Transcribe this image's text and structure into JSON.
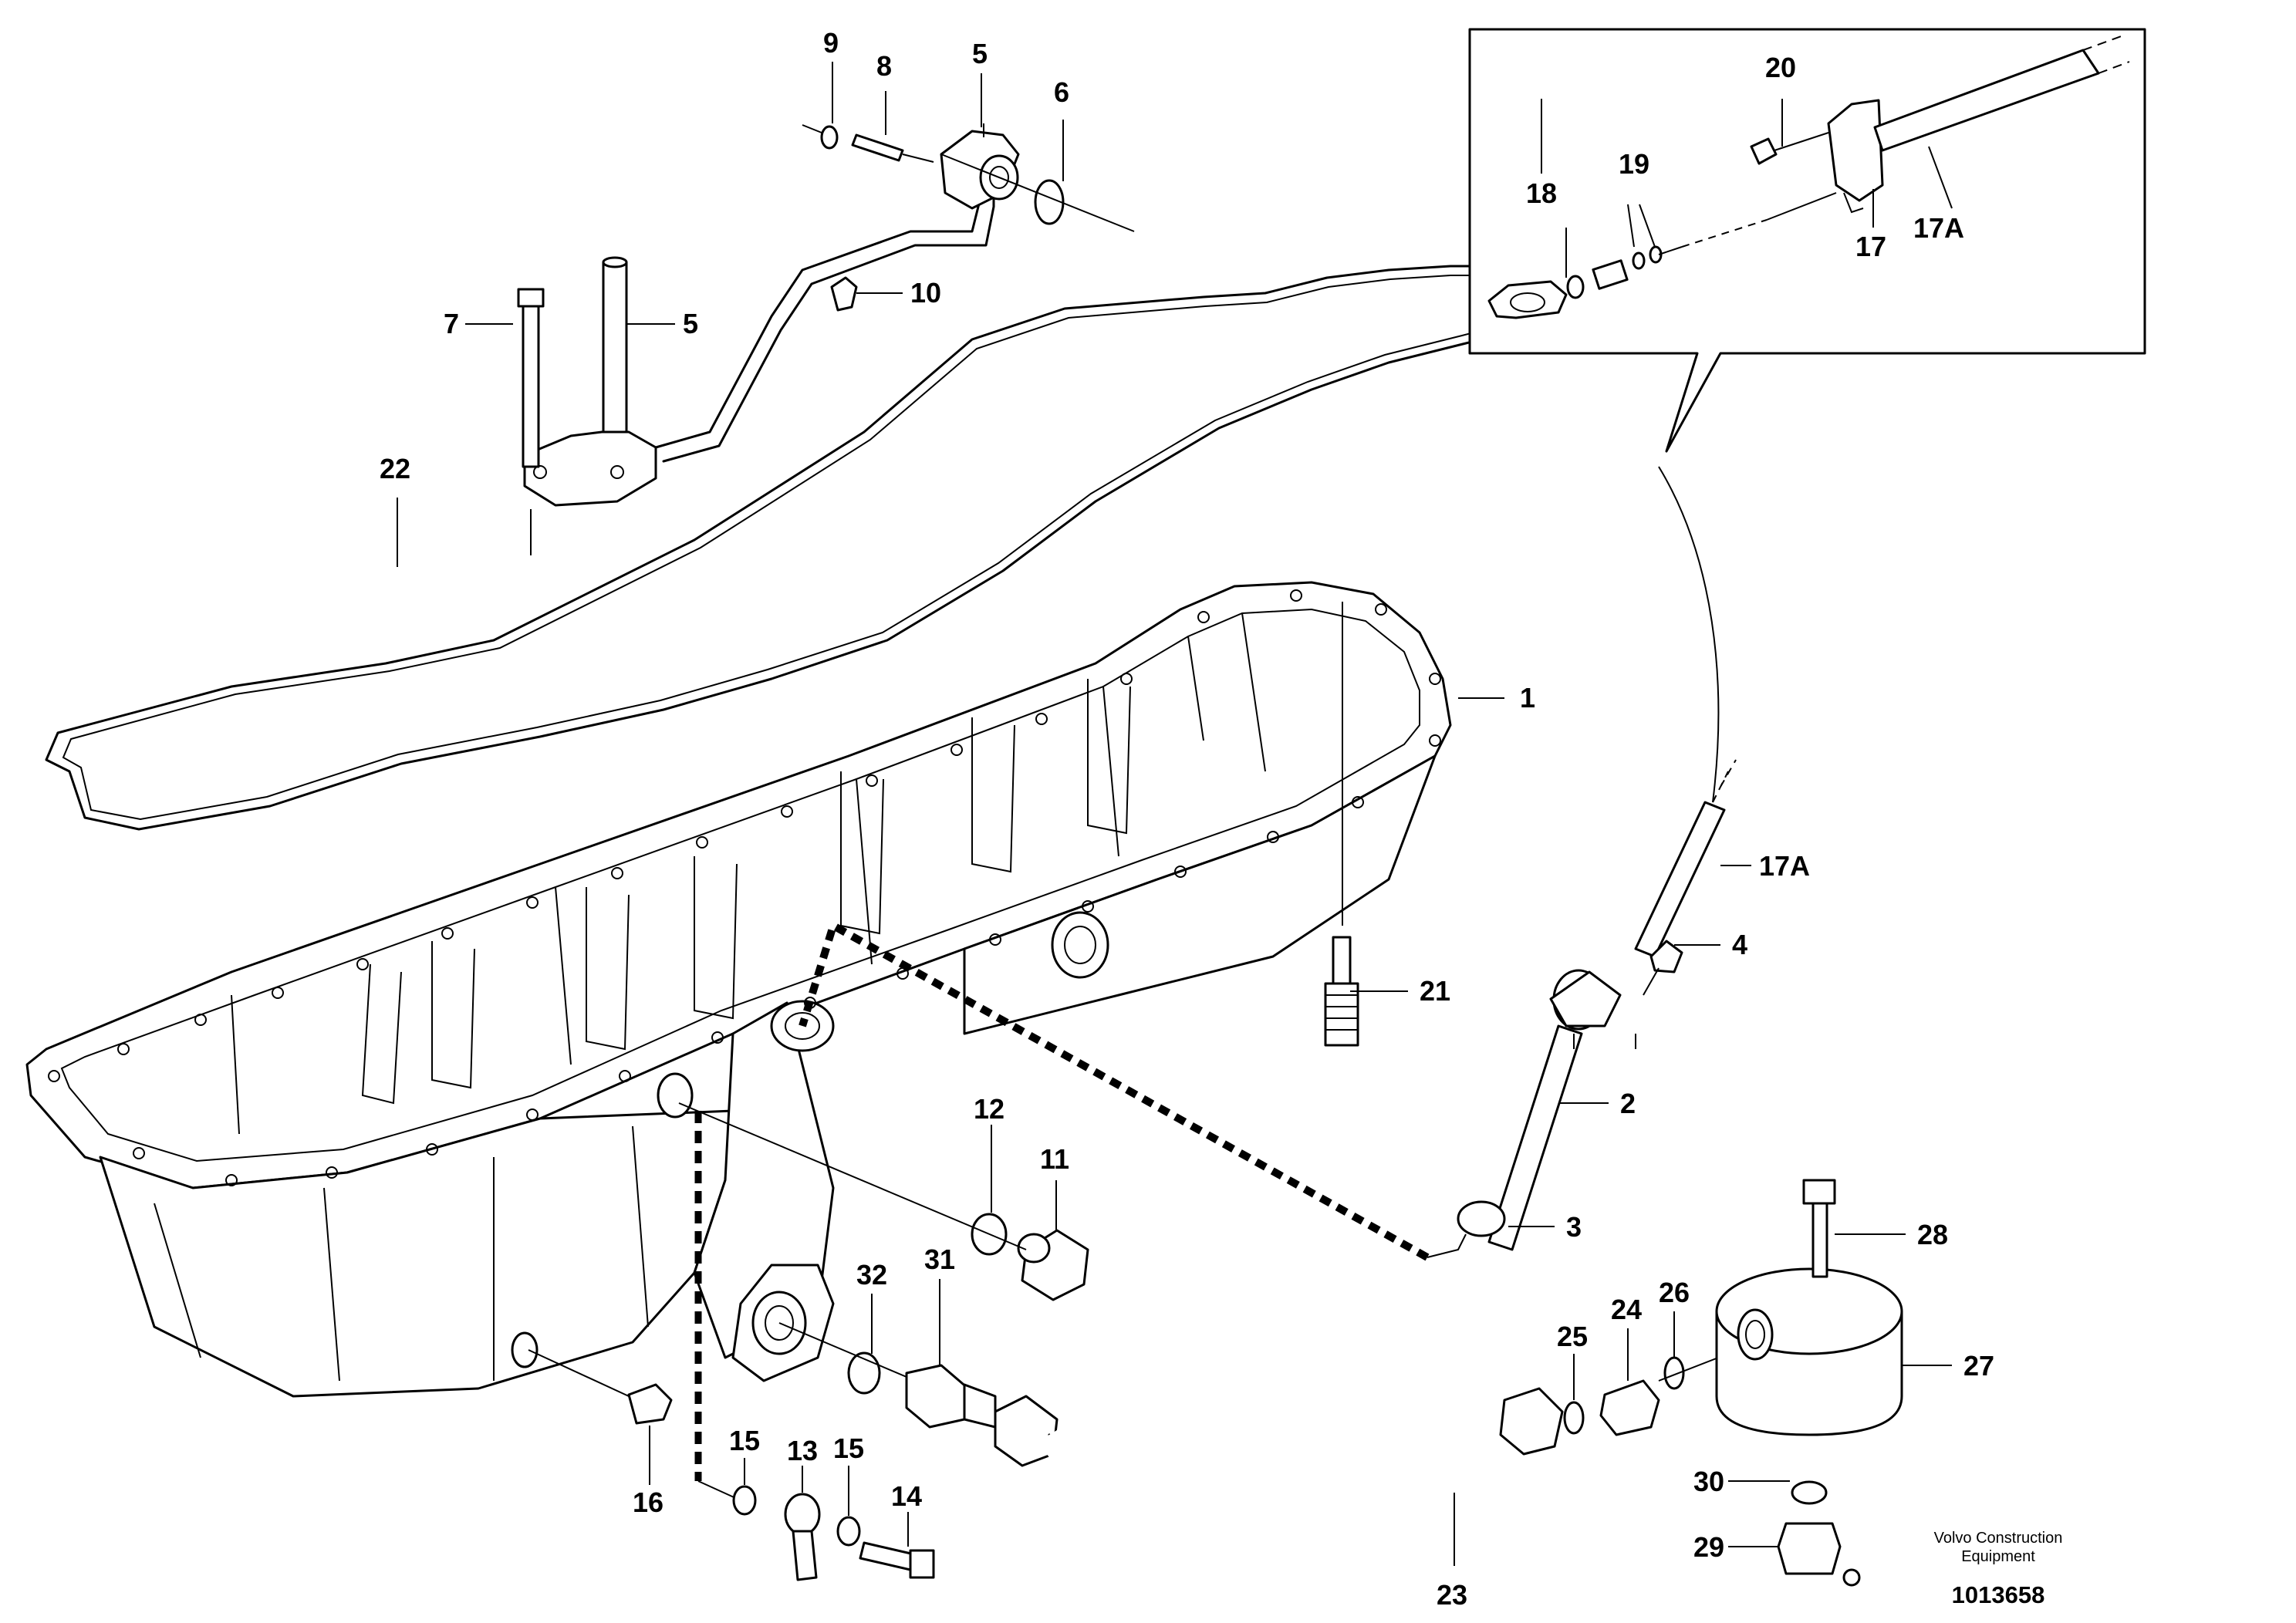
{
  "labels": {
    "l1": "1",
    "l2": "2",
    "l3": "3",
    "l4": "4",
    "l5a": "5",
    "l5b": "5",
    "l6": "6",
    "l7": "7",
    "l8": "8",
    "l9": "9",
    "l10": "10",
    "l11": "11",
    "l12": "12",
    "l13": "13",
    "l14": "14",
    "l15a": "15",
    "l15b": "15",
    "l16": "16",
    "l17": "17",
    "l17a_top": "17A",
    "l17a_mid": "17A",
    "l18": "18",
    "l19": "19",
    "l20": "20",
    "l21": "21",
    "l22": "22",
    "l23": "23",
    "l24": "24",
    "l25": "25",
    "l26": "26",
    "l27": "27",
    "l28": "28",
    "l29": "29",
    "l30": "30",
    "l31": "31",
    "l32": "32"
  },
  "footer": {
    "company_line1": "Volvo Construction",
    "company_line2": "Equipment",
    "drawing_number": "1013658"
  }
}
